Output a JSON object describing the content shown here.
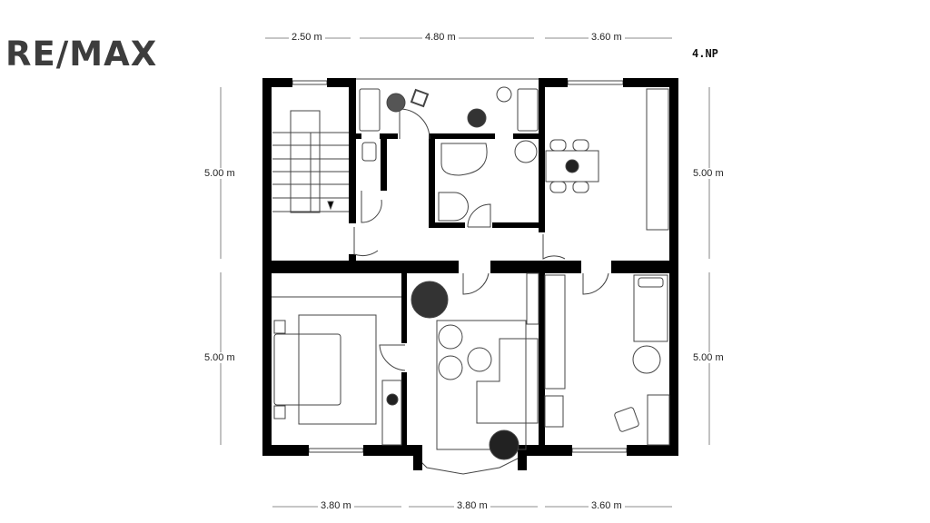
{
  "logo": "RE/MAX",
  "floor_label": "4.NP",
  "dimensions": {
    "top": [
      "2.50 m",
      "4.80 m",
      "3.60 m"
    ],
    "bottom": [
      "3.80 m",
      "3.80 m",
      "3.60 m"
    ],
    "left": [
      "5.00 m",
      "5.00 m"
    ],
    "right": [
      "5.00 m",
      "5.00 m"
    ]
  }
}
